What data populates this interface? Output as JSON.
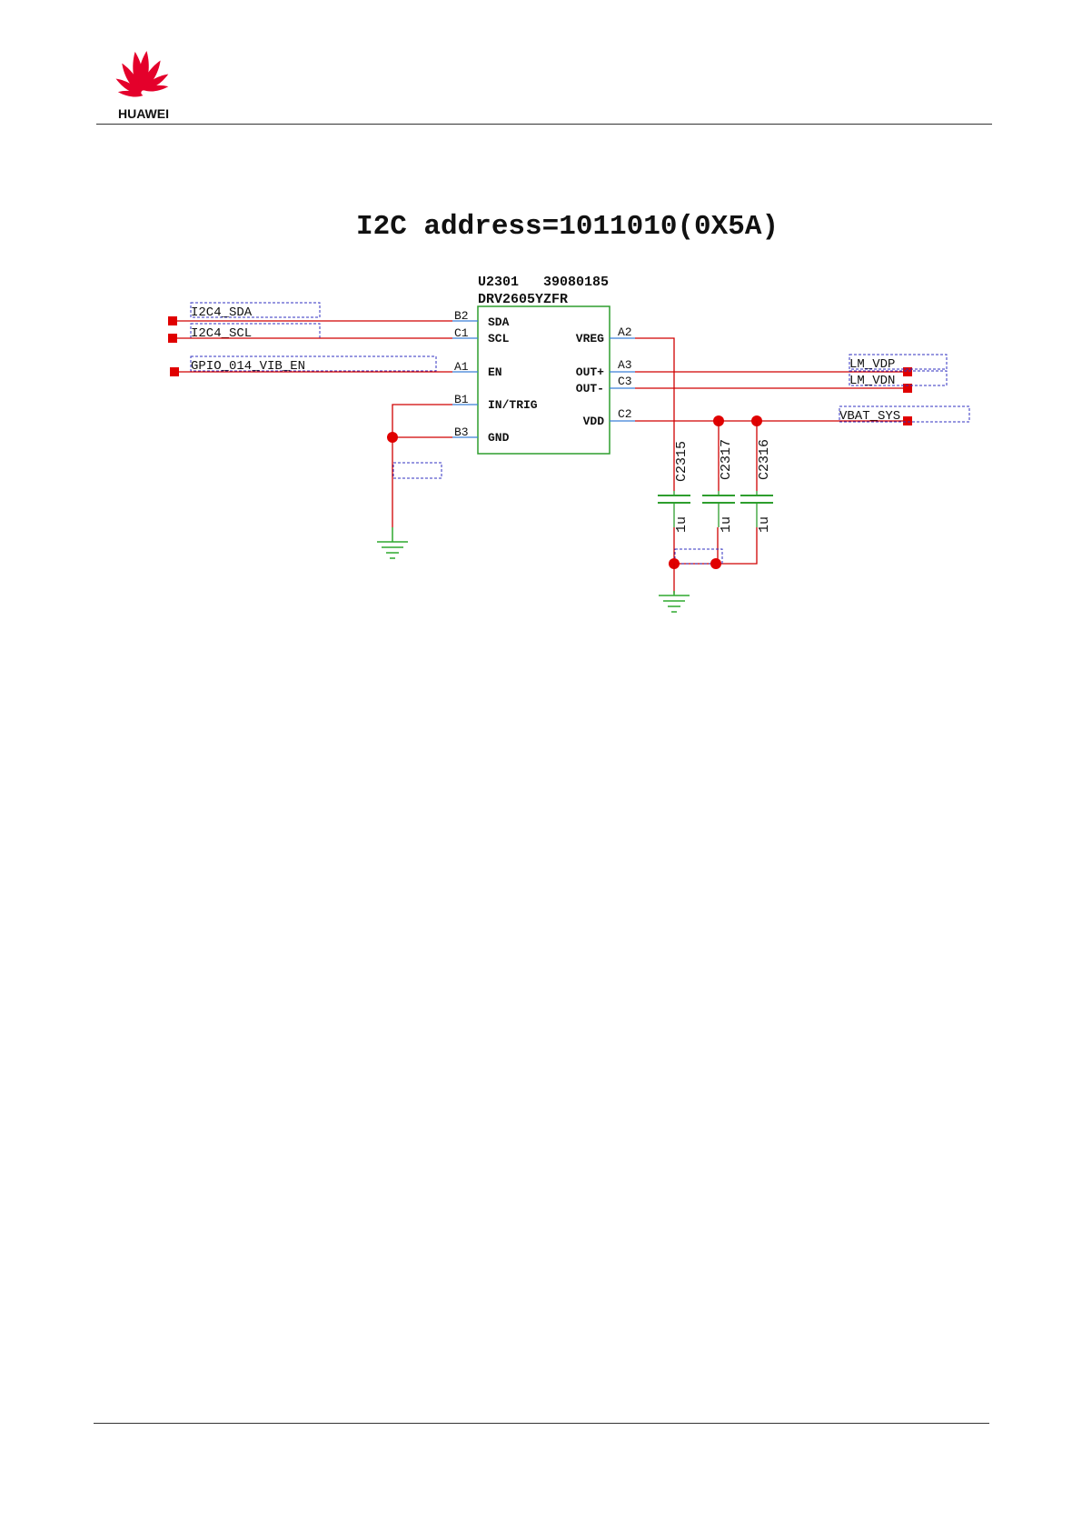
{
  "header": {
    "logo_text": "HUAWEI",
    "brand_color": "#e4002b"
  },
  "schematic": {
    "title": "I2C address=1011010(0X5A)",
    "component": {
      "ref": "U2301",
      "part_number": "39080185",
      "part_name": "DRV2605YZFR"
    },
    "pins_left": [
      {
        "ball": "B2",
        "name": "SDA"
      },
      {
        "ball": "C1",
        "name": "SCL"
      },
      {
        "ball": "A1",
        "name": "EN"
      },
      {
        "ball": "B1",
        "name": "IN/TRIG"
      },
      {
        "ball": "B3",
        "name": "GND"
      }
    ],
    "pins_right": [
      {
        "ball": "A2",
        "name": "VREG"
      },
      {
        "ball": "A3",
        "name": "OUT+"
      },
      {
        "ball": "C3",
        "name": "OUT-"
      },
      {
        "ball": "C2",
        "name": "VDD"
      }
    ],
    "nets_left": [
      "I2C4_SDA",
      "I2C4_SCL",
      "GPIO_014_VIB_EN"
    ],
    "nets_right": [
      "LM_VDP",
      "LM_VDN",
      "VBAT_SYS"
    ],
    "capacitors": [
      {
        "ref": "C2315",
        "value": "1u"
      },
      {
        "ref": "C2317",
        "value": "1u"
      },
      {
        "ref": "C2316",
        "value": "1u"
      }
    ],
    "colors": {
      "wire": "#d00000",
      "part": "#2e9e2e",
      "pin": "#3a7fd6",
      "netbox": "#3030c0",
      "junction": "#e00000",
      "ground": "#2ea82e",
      "text": "#111111"
    }
  }
}
